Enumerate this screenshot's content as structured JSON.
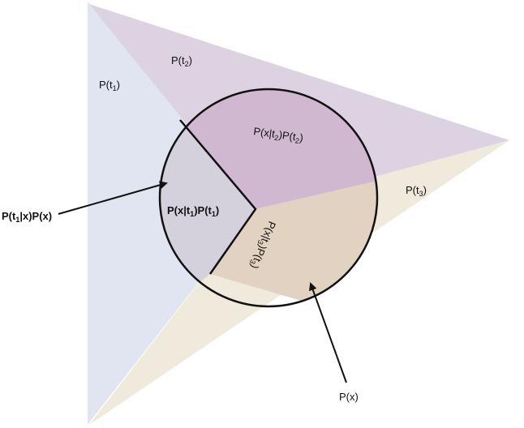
{
  "colors": {
    "t1_fill": "#dfe3f0",
    "t2_fill": "#ddd2e2",
    "t3_fill": "#efeadb",
    "overlap_t1": "#d4d0dc",
    "overlap_t2": "#cfb8d0",
    "overlap_t3": "#e2d2c2",
    "stroke": "#111111"
  },
  "regions": {
    "t1": {
      "main": "P(t",
      "sub": "1",
      "tail": ")"
    },
    "t2": {
      "main": "P(t",
      "sub": "2",
      "tail": ")"
    },
    "t3": {
      "main": "P(t",
      "sub": "3",
      "tail": ")"
    }
  },
  "circle_labels": {
    "joint_t1": {
      "a": "P(x|t",
      "s1": "1",
      "b": ")P(t",
      "s2": "1",
      "c": ")"
    },
    "joint_t2": {
      "a": "P(x|t",
      "s1": "2",
      "b": ")P(t",
      "s2": "2",
      "c": ")"
    },
    "joint_t3": {
      "a": "P(x|t",
      "s1": "3",
      "b": ")P(t",
      "s2": "3",
      "c": ")"
    }
  },
  "callouts": {
    "posterior": {
      "a": "P(t",
      "s1": "1",
      "b": "|x)P(x)"
    },
    "evidence": "P(x)"
  }
}
